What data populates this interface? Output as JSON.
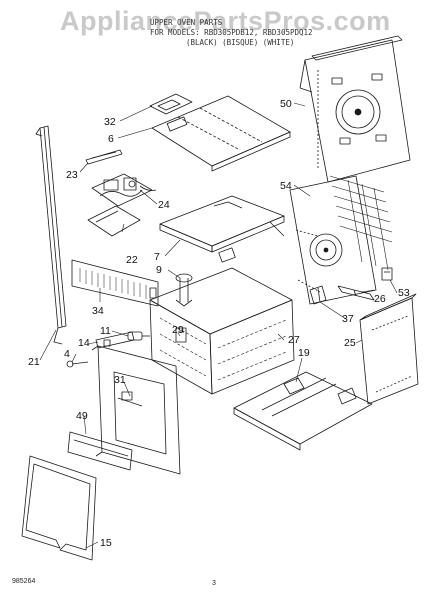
{
  "watermark": "AppliancePartsPros.com",
  "header": {
    "title": "UPPER OVEN PARTS",
    "models": "FOR MODELS: RBD305PDB12, RBD305PDQ12",
    "colors": "(BLACK) (BISQUE) (WHITE)"
  },
  "callouts": [
    "32",
    "6",
    "50",
    "23",
    "24",
    "54",
    "22",
    "7",
    "9",
    "34",
    "26",
    "53",
    "11",
    "37",
    "29",
    "27",
    "14",
    "25",
    "4",
    "21",
    "19",
    "31",
    "49",
    "15"
  ],
  "footer": {
    "code": "985264",
    "page": "3"
  }
}
